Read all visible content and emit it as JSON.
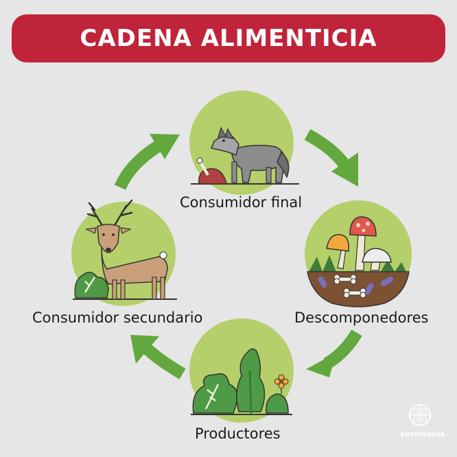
{
  "title": "CADENA ALIMENTICIA",
  "nodes": [
    {
      "id": "top",
      "label": "Consumidor final",
      "icon": "wolf-icon"
    },
    {
      "id": "right",
      "label": "Descomponedores",
      "icon": "mushrooms-icon"
    },
    {
      "id": "bottom",
      "label": "Productores",
      "icon": "plants-icon"
    },
    {
      "id": "left",
      "label": "Consumidor secundario",
      "icon": "deer-icon"
    }
  ],
  "brand": {
    "name": "EUROINNOVA",
    "icon": "euroinnova-logo-icon"
  },
  "colors": {
    "banner": "#c0243a",
    "background": "#e6e6e6",
    "circle": "#b5cf6b",
    "arrow": "#62a83f"
  }
}
